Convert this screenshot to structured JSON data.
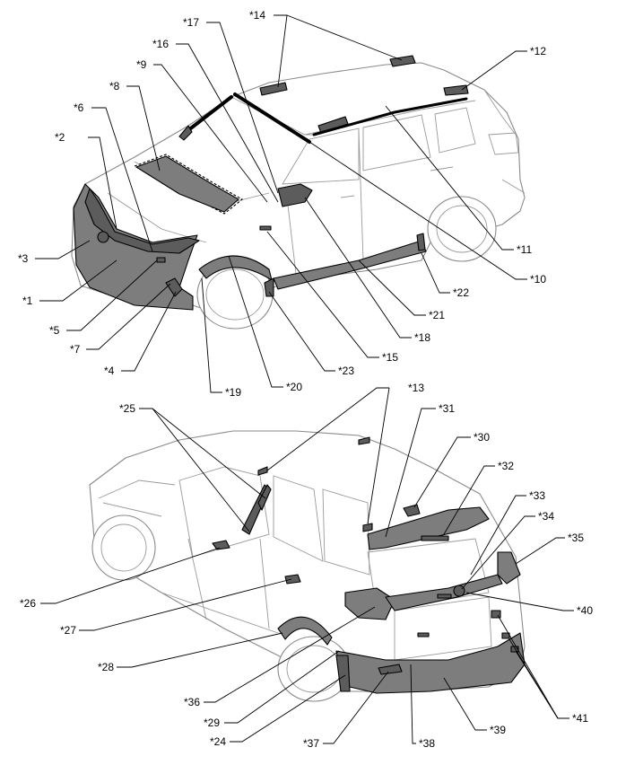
{
  "labels": {
    "l1": "*1",
    "l2": "*2",
    "l3": "*3",
    "l4": "*4",
    "l5": "*5",
    "l6": "*6",
    "l7": "*7",
    "l8": "*8",
    "l9": "*9",
    "l10": "*10",
    "l11": "*11",
    "l12": "*12",
    "l13": "*13",
    "l14": "*14",
    "l15": "*15",
    "l16": "*16",
    "l17": "*17",
    "l18": "*18",
    "l19": "*19",
    "l20": "*20",
    "l21": "*21",
    "l22": "*22",
    "l23": "*23",
    "l24": "*24",
    "l25": "*25",
    "l26": "*26",
    "l27": "*27",
    "l28": "*28",
    "l29": "*29",
    "l30": "*30",
    "l31": "*31",
    "l32": "*32",
    "l33": "*33",
    "l34": "*34",
    "l35": "*35",
    "l36": "*36",
    "l37": "*37",
    "l38": "*38",
    "l39": "*39",
    "l40": "*40",
    "l41": "*41"
  }
}
